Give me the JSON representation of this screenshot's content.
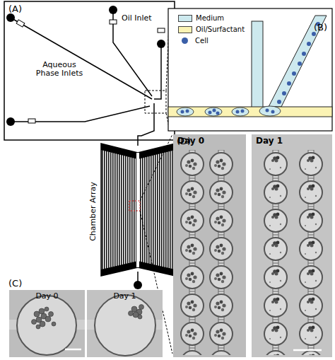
{
  "diagram": {
    "nodes": [
      {
        "text": [
          "Day 0"
        ]
      },
      {
        "text": [
          "Day 1"
        ]
      },
      {
        "text": [
          "Day 0"
        ]
      },
      {
        "text": [
          "Day 1"
        ]
      }
    ],
    "labels": [
      "(A)",
      "(B)",
      "(C)",
      "(D)",
      "Oil Inlet",
      "Aqueous Phase Inlets",
      "Chamber Array"
    ],
    "legend": [
      {
        "text": "Medium",
        "color": "#cde9ee"
      },
      {
        "text": "Oil/Surfactant",
        "color": "#fbf3b4"
      },
      {
        "text": "Cell"
      }
    ]
  }
}
